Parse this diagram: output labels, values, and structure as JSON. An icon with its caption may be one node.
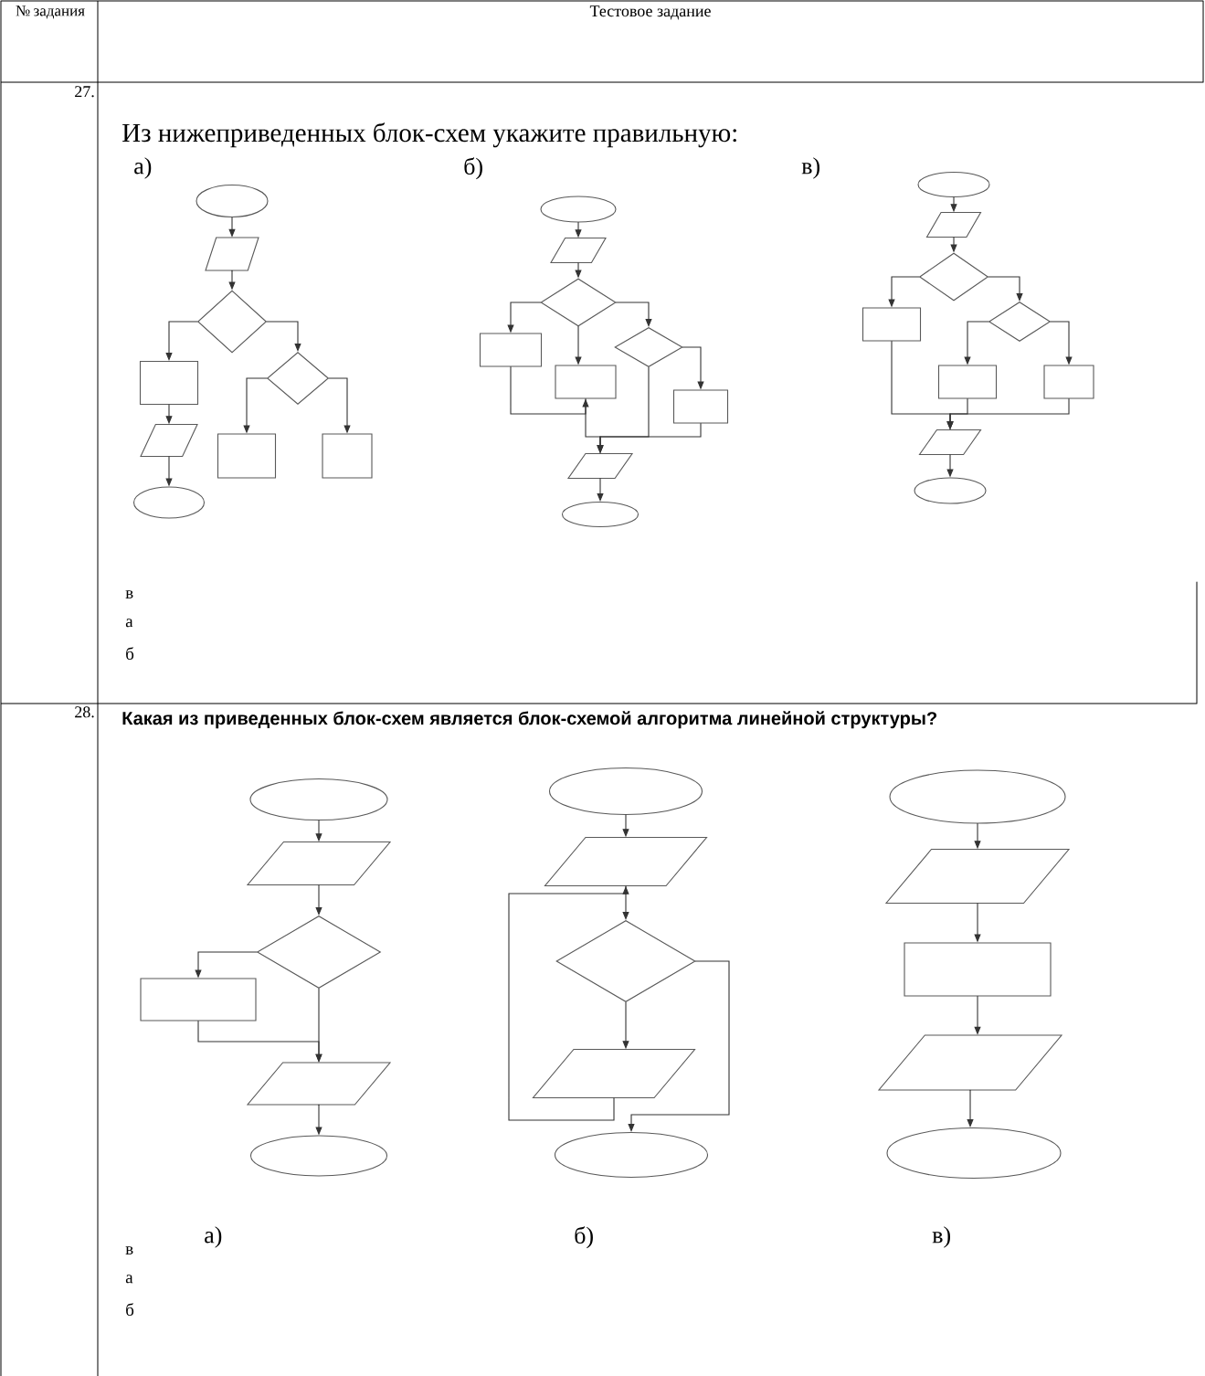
{
  "diagram": {
    "nodes": [
      {
        "text": [],
        "shape": "ellipse"
      },
      {
        "text": [],
        "shape": "parallelogram"
      },
      {
        "text": [],
        "shape": "diamond"
      },
      {
        "text": [],
        "shape": "box"
      },
      {
        "text": [],
        "shape": "parallelogram"
      },
      {
        "text": [],
        "shape": "ellipse"
      },
      {
        "text": [],
        "shape": "diamond"
      },
      {
        "text": [],
        "shape": "box"
      },
      {
        "text": [],
        "shape": "box"
      },
      {
        "text": [],
        "shape": "ellipse"
      },
      {
        "text": [],
        "shape": "parallelogram"
      },
      {
        "text": [],
        "shape": "diamond"
      },
      {
        "text": [],
        "shape": "box"
      },
      {
        "text": [],
        "shape": "box"
      },
      {
        "text": [],
        "shape": "diamond"
      },
      {
        "text": [],
        "shape": "box"
      },
      {
        "text": [],
        "shape": "parallelogram"
      },
      {
        "text": [],
        "shape": "ellipse"
      },
      {
        "text": [],
        "shape": "ellipse"
      },
      {
        "text": [],
        "shape": "parallelogram"
      },
      {
        "text": [],
        "shape": "diamond"
      },
      {
        "text": [],
        "shape": "box"
      },
      {
        "text": [],
        "shape": "diamond"
      },
      {
        "text": [],
        "shape": "box"
      },
      {
        "text": [],
        "shape": "box"
      },
      {
        "text": [],
        "shape": "parallelogram"
      },
      {
        "text": [],
        "shape": "ellipse"
      },
      {
        "text": [],
        "shape": "ellipse"
      },
      {
        "text": [],
        "shape": "parallelogram"
      },
      {
        "text": [],
        "shape": "diamond"
      },
      {
        "text": [],
        "shape": "box"
      },
      {
        "text": [],
        "shape": "parallelogram"
      },
      {
        "text": [],
        "shape": "ellipse"
      },
      {
        "text": [],
        "shape": "ellipse"
      },
      {
        "text": [],
        "shape": "parallelogram"
      },
      {
        "text": [],
        "shape": "diamond"
      },
      {
        "text": [],
        "shape": "parallelogram"
      },
      {
        "text": [],
        "shape": "ellipse"
      },
      {
        "text": [],
        "shape": "ellipse"
      },
      {
        "text": [],
        "shape": "parallelogram"
      },
      {
        "text": [],
        "shape": "box"
      },
      {
        "text": [],
        "shape": "parallelogram"
      },
      {
        "text": [],
        "shape": "ellipse"
      }
    ],
    "edges": [
      {
        "from": 0,
        "to": 1,
        "arrow": "to"
      },
      {
        "from": 1,
        "to": 2,
        "arrow": "to"
      },
      {
        "from": 2,
        "to": 3,
        "arrow": "to"
      },
      {
        "from": 2,
        "to": 6,
        "arrow": "to"
      },
      {
        "from": 3,
        "to": 4,
        "arrow": "to"
      },
      {
        "from": 4,
        "to": 5,
        "arrow": "to"
      },
      {
        "from": 6,
        "to": 7,
        "arrow": "to"
      },
      {
        "from": 6,
        "to": 8,
        "arrow": "to"
      },
      {
        "from": 9,
        "to": 10,
        "arrow": "to"
      },
      {
        "from": 10,
        "to": 11,
        "arrow": "to"
      },
      {
        "from": 11,
        "to": 12,
        "arrow": "to"
      },
      {
        "from": 11,
        "to": 13,
        "arrow": "to"
      },
      {
        "from": 11,
        "to": 14,
        "arrow": "to"
      },
      {
        "from": 14,
        "to": 15,
        "arrow": "to"
      },
      {
        "from": 12,
        "to": 13,
        "arrow": "to"
      },
      {
        "from": 13,
        "to": 16,
        "arrow": "to"
      },
      {
        "from": 14,
        "to": 16,
        "arrow": "to"
      },
      {
        "from": 15,
        "to": 16,
        "arrow": "to"
      },
      {
        "from": 16,
        "to": 17,
        "arrow": "to"
      },
      {
        "from": 18,
        "to": 19,
        "arrow": "to"
      },
      {
        "from": 19,
        "to": 20,
        "arrow": "to"
      },
      {
        "from": 20,
        "to": 21,
        "arrow": "to"
      },
      {
        "from": 20,
        "to": 22,
        "arrow": "to"
      },
      {
        "from": 22,
        "to": 23,
        "arrow": "to"
      },
      {
        "from": 22,
        "to": 24,
        "arrow": "to"
      },
      {
        "from": 21,
        "to": 25,
        "arrow": "to"
      },
      {
        "from": 23,
        "to": 25,
        "arrow": "to"
      },
      {
        "from": 24,
        "to": 25,
        "arrow": "to"
      },
      {
        "from": 25,
        "to": 26,
        "arrow": "to"
      },
      {
        "from": 27,
        "to": 28,
        "arrow": "to"
      },
      {
        "from": 28,
        "to": 29,
        "arrow": "to"
      },
      {
        "from": 29,
        "to": 30,
        "arrow": "to"
      },
      {
        "from": 29,
        "to": 31,
        "arrow": "to"
      },
      {
        "from": 30,
        "to": 31,
        "arrow": "to"
      },
      {
        "from": 31,
        "to": 32,
        "arrow": "to"
      },
      {
        "from": 33,
        "to": 34,
        "arrow": "to"
      },
      {
        "from": 34,
        "to": 35,
        "arrow": "to"
      },
      {
        "from": 36,
        "to": 34,
        "arrow": "to"
      },
      {
        "from": 35,
        "to": 36,
        "arrow": "to"
      },
      {
        "from": 35,
        "to": 37,
        "arrow": "to"
      },
      {
        "from": 38,
        "to": 39,
        "arrow": "to"
      },
      {
        "from": 39,
        "to": 40,
        "arrow": "to"
      },
      {
        "from": 40,
        "to": 41,
        "arrow": "to"
      },
      {
        "from": 41,
        "to": 42,
        "arrow": "to"
      }
    ],
    "labels": [
      "№ задания",
      "Тестовое задание",
      "27.",
      "Из нижеприведенных блок-схем укажите правильную:",
      "а)",
      "б)",
      "в)",
      "в",
      "а",
      "б",
      "28.",
      "Какая из приведенных блок-схем является блок-схемой алгоритма линейной структуры?",
      "а)",
      "б)",
      "в)",
      "в",
      "а",
      "б"
    ]
  }
}
